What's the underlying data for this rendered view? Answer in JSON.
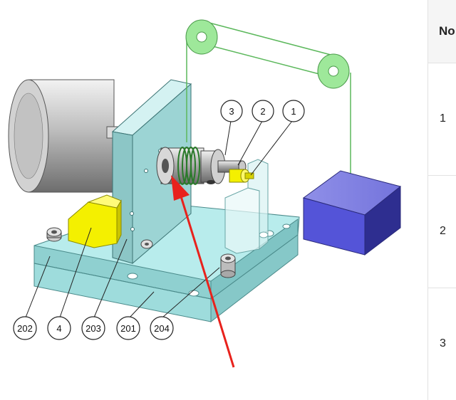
{
  "diagram": {
    "callouts_top": [
      {
        "label": "3"
      },
      {
        "label": "2"
      },
      {
        "label": "1"
      }
    ],
    "callouts_bottom": [
      {
        "label": "202"
      },
      {
        "label": "4"
      },
      {
        "label": "203"
      },
      {
        "label": "201"
      },
      {
        "label": "204"
      }
    ],
    "colors": {
      "base_plate": "#b8ecec",
      "bracket": "#9cd4d4",
      "motor": "#c8c8c8",
      "yellow_block": "#f4f000",
      "weight_block": "#5454d8",
      "pulley": "#9ee89a",
      "arrow": "#e8221c"
    }
  },
  "table": {
    "header": "No",
    "rows": [
      "1",
      "2",
      "3"
    ]
  }
}
